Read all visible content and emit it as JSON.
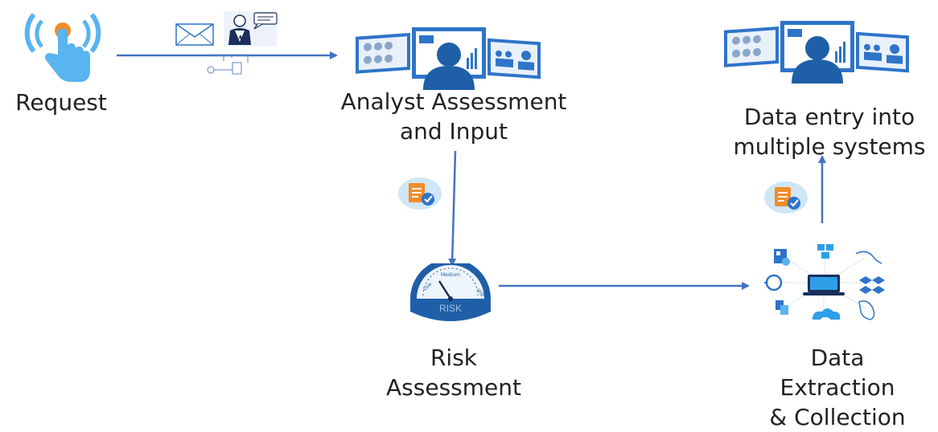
{
  "nodes": {
    "request": {
      "lines": [
        "Request"
      ]
    },
    "analyst": {
      "lines": [
        "Analyst Assessment",
        "and Input"
      ]
    },
    "risk": {
      "lines": [
        "Risk",
        "Assessment"
      ],
      "gauge_text": "RISK",
      "gauge_ticks": [
        "Low",
        "Medium",
        "High"
      ]
    },
    "extraction": {
      "lines": [
        "Data",
        "Extraction",
        "& Collection"
      ]
    },
    "entry": {
      "lines": [
        "Data entry into",
        "multiple systems"
      ]
    }
  },
  "colors": {
    "arrow": "#4472c4",
    "accent_blue": "#1f5fa8",
    "accent_orange": "#f28c28",
    "light_blue": "#59b4f0"
  }
}
